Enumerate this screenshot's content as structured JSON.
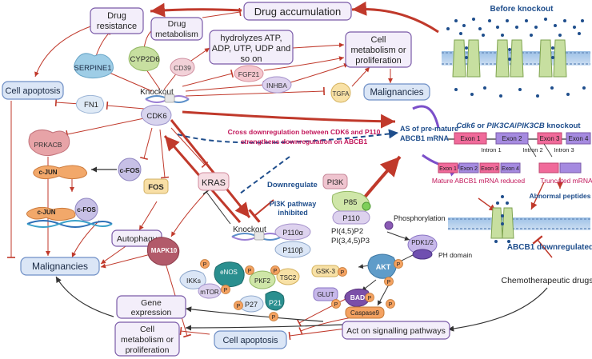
{
  "labels": {
    "drug_accumulation": "Drug accumulation",
    "drug_resistance_1": "Drug",
    "drug_resistance_2": "resistance",
    "drug_metabolism_1": "Drug",
    "drug_metabolism_2": "metabolism",
    "hydrolyzes_1": "hydrolyzes ATP,",
    "hydrolyzes_2": "ADP, UTP, UDP and",
    "hydrolyzes_3": "so on",
    "cell_metab_top_1": "Cell",
    "cell_metab_top_2": "metabolism or",
    "cell_metab_top_3": "proliferation",
    "cell_apoptosis_left": "Cell apoptosis",
    "serpine1": "SERPINE1",
    "cyp2d6": "CYP2D6",
    "cd39": "CD39",
    "fgf21": "FGF21",
    "inhba": "INHBA",
    "tgfa": "TGFA",
    "malignancies_top": "Malignancies",
    "fn1": "FN1",
    "knockout_top": "Knockout",
    "cdk6": "CDK6",
    "prkacb": "PRKACB",
    "cfos_1": "c-FOS",
    "cjun_1": "c-JUN",
    "cjun_2": "c-JUN",
    "cfos_2": "c-FOS",
    "fos": "FOS",
    "kras": "KRAS",
    "autophagy": "Autophagy",
    "mapk10": "MAPK10",
    "malignancies_left": "Malignancies",
    "cross_1": "Cross downregulation between CDK6 and P110",
    "cross_2": "strengthens downregulation on ABCB1",
    "downregulate": "Downregulate",
    "pi3k_pathway_1": "PI3K pathway",
    "pi3k_pathway_2": "inhibited",
    "pi3k": "PI3K",
    "p85": "P85",
    "p110": "P110",
    "knockout_mid": "Knockout",
    "p110a": "P110α",
    "p110b": "P110β",
    "phosphorylation": "Phosphorylation",
    "pip2": "PI(4,5)P2",
    "pip3": "PI(3,4,5)P3",
    "pdk": "PDK1/2",
    "ph_domain": "PH domain",
    "as_1": "AS of pre-mature",
    "as_2": "ABCB1  mRNA",
    "before_knockout": "Before knockout",
    "ko_title_a": "Cdk6",
    "ko_title_b": " or ",
    "ko_title_c": "PIK3CA",
    "ko_title_d": "/",
    "ko_title_e": "PIK3CB",
    "ko_title_f": " knockout",
    "exon1": "Exon 1",
    "exon2": "Exon 2",
    "exon3": "Exon 3",
    "exon4": "Exon 4",
    "intron1": "Intron 1",
    "intron2": "Intron 2",
    "intron3": "Intron 3",
    "mature_mrna": "Mature ABCB1 mRNA reduced",
    "truncated_mrna": "Truncated mRNA",
    "abnormal_peptides": "Abnormal peptides",
    "abcb1_down": "ABCB1 downregulated",
    "chemo": "Chemotherapeutic drugs",
    "gene_expr_1": "Gene",
    "gene_expr_2": "expression",
    "enos": "eNOS",
    "ikks": "IKKs",
    "mtor": "mTOR",
    "pkf2": "PKF2",
    "tsc2": "TSC2",
    "gsk3": "GSK-3",
    "akt": "AKT",
    "glut": "GLUT",
    "bad": "BAD",
    "p27": "P27",
    "p21": "P21",
    "caspase9": "Caspase9",
    "p": "P",
    "cell_metab_bot_1": "Cell",
    "cell_metab_bot_2": "metabolism or",
    "cell_metab_bot_3": "proliferation",
    "cell_apoptosis_bot": "Cell apoptosis",
    "act_signalling": "Act on signalling pathways"
  },
  "colors": {
    "box_fill": "#f3eefa",
    "box_stroke": "#7a5aa8",
    "blue_box_fill": "#dbe6f6",
    "blue_box_stroke": "#6f8fc6",
    "arrow_red": "#c0392b",
    "arrow_dark": "#333333",
    "magenta": "#c2185b",
    "navy": "#1f4e8c",
    "membrane": "#8fb0d9",
    "exon_pink": "#e85a8a",
    "exon_purple": "#9b7fd4",
    "protein_green": "#cfe6a8",
    "protein_teal": "#2a8f8f",
    "phospho_orange": "#f4a261"
  },
  "icons": [
    "dna-icon",
    "membrane-icon",
    "transporter-icon",
    "drug-dot-icon",
    "phosphate-icon",
    "protein-blob-icon"
  ]
}
